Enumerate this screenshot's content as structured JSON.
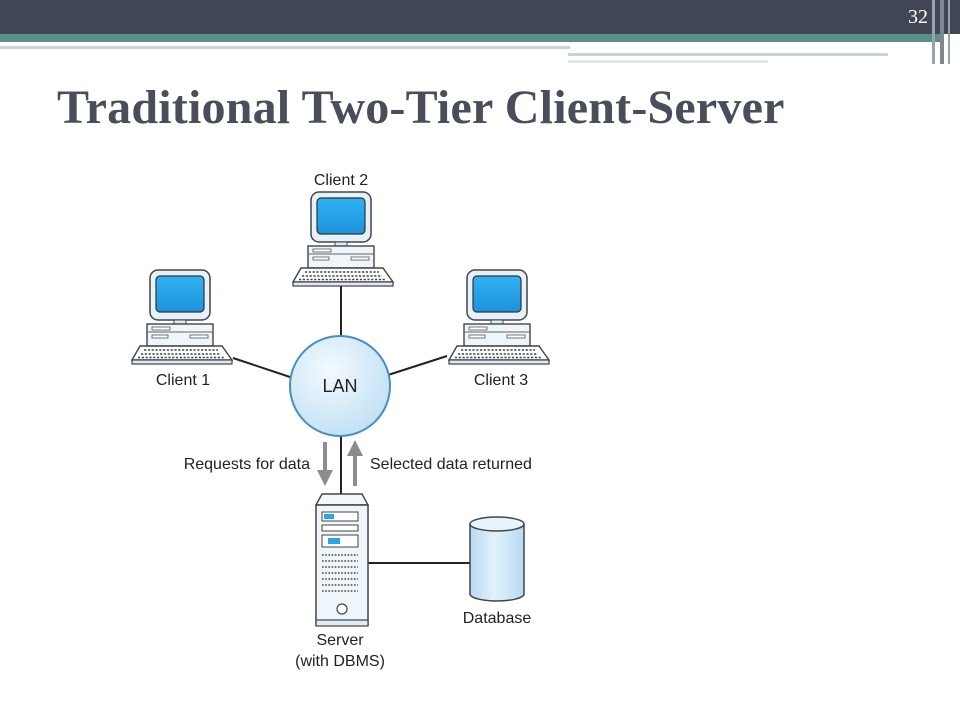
{
  "slide": {
    "number": "32",
    "title": "Traditional Two-Tier Client-Server"
  },
  "diagram": {
    "hub": "LAN",
    "clients": [
      "Client 2",
      "Client 1",
      "Client 3"
    ],
    "request_label": "Requests for data",
    "response_label": "Selected data returned",
    "server_label_line1": "Server",
    "server_label_line2": "(with DBMS)",
    "database_label": "Database"
  },
  "colors": {
    "band_dark": "#404656",
    "band_teal": "#5b8f8c",
    "screen": "#29a3ea",
    "hub_fill": "#cde6f6",
    "db_fill": "#cde6f6",
    "title": "#4a4e5b"
  }
}
